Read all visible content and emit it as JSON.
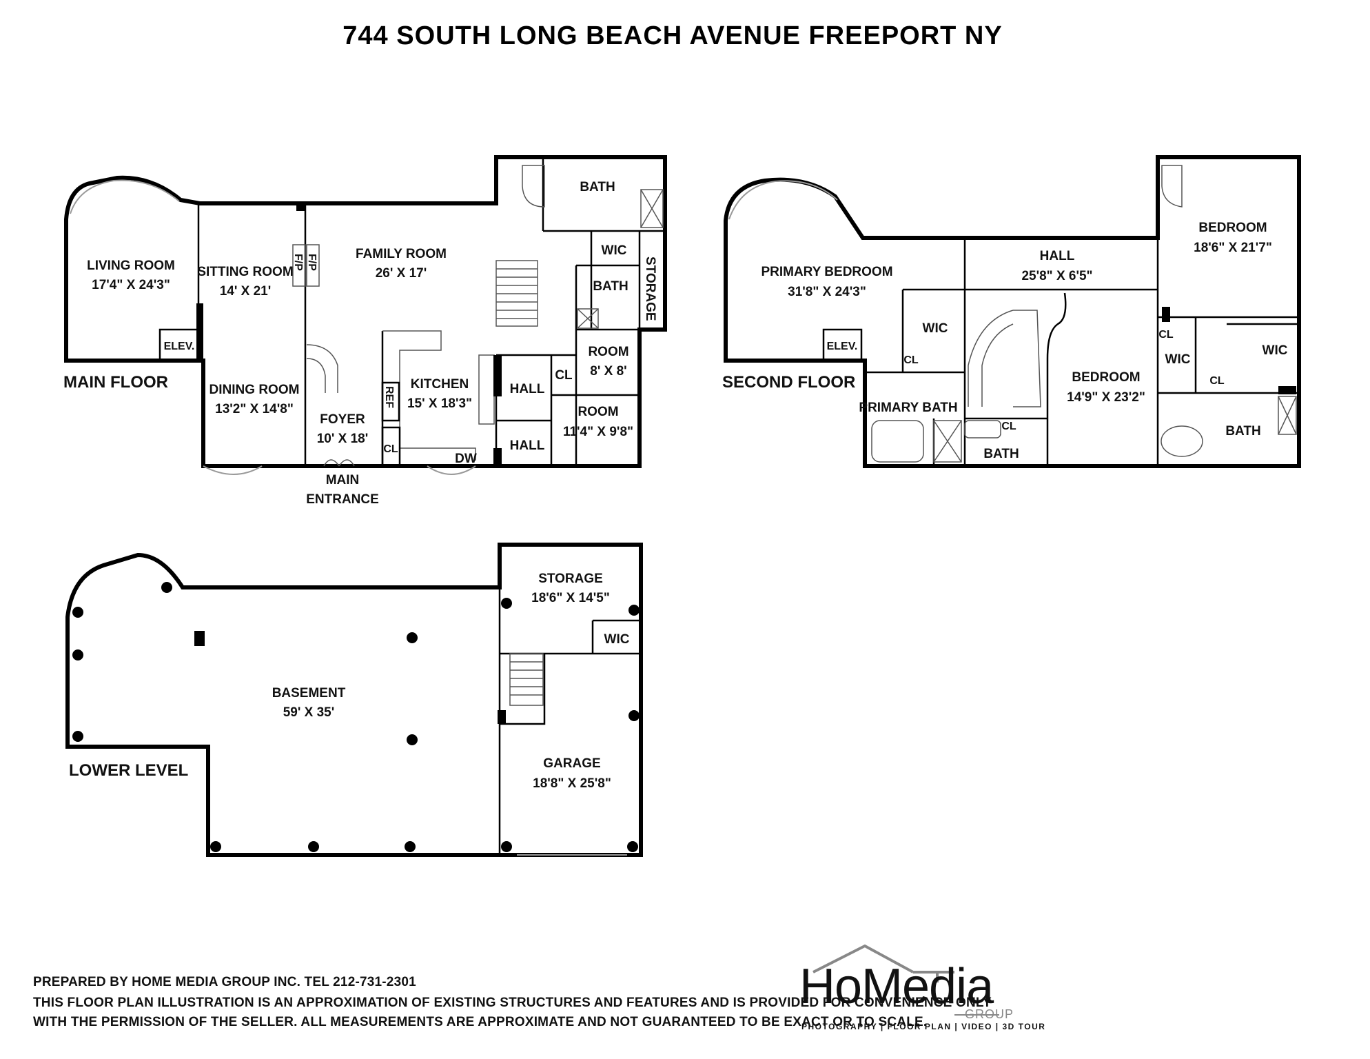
{
  "title": "744 SOUTH LONG BEACH AVENUE FREEPORT NY",
  "floors": {
    "main": {
      "label": "MAIN FLOOR",
      "rooms": {
        "living_room": {
          "name": "LIVING ROOM",
          "size": "17'4\" X 24'3\""
        },
        "sitting_room": {
          "name": "SITTING ROOM",
          "size": "14' X 21'"
        },
        "family_room": {
          "name": "FAMILY ROOM",
          "size": "26' X 17'"
        },
        "dining_room": {
          "name": "DINING ROOM",
          "size": "13'2\" X 14'8\""
        },
        "foyer": {
          "name": "FOYER",
          "size": "10' X 18'"
        },
        "kitchen": {
          "name": "KITCHEN",
          "size": "15' X 18'3\""
        },
        "room_a": {
          "name": "ROOM",
          "size": "8' X 8'"
        },
        "room_b": {
          "name": "ROOM",
          "size": "11'4\" X 9'8\""
        }
      },
      "labels": {
        "bath_top": "BATH",
        "bath_mid": "BATH",
        "wic": "WIC",
        "storage": "STORAGE",
        "elev": "ELEV.",
        "fp1": "F/P",
        "fp2": "F/P",
        "ref": "REF",
        "hall1": "HALL",
        "hall2": "HALL",
        "cl1": "CL",
        "cl2": "CL",
        "dw": "DW",
        "main_entrance_1": "MAIN",
        "main_entrance_2": "ENTRANCE"
      }
    },
    "second": {
      "label": "SECOND FLOOR",
      "rooms": {
        "primary_bedroom": {
          "name": "PRIMARY BEDROOM",
          "size": "31'8\" X 24'3\""
        },
        "hall": {
          "name": "HALL",
          "size": "25'8\" X 6'5\""
        },
        "bedroom_a": {
          "name": "BEDROOM",
          "size": "18'6\" X 21'7\""
        },
        "bedroom_b": {
          "name": "BEDROOM",
          "size": "14'9\" X 23'2\""
        }
      },
      "labels": {
        "elev": "ELEV.",
        "wic1": "WIC",
        "wic2": "WIC",
        "wic3": "WIC",
        "cl1": "CL",
        "cl2": "CL",
        "cl3": "CL",
        "cl4": "CL",
        "primary_bath": "PRIMARY BATH",
        "bath1": "BATH",
        "bath2": "BATH"
      }
    },
    "lower": {
      "label": "LOWER LEVEL",
      "rooms": {
        "basement": {
          "name": "BASEMENT",
          "size": "59' X 35'"
        },
        "storage": {
          "name": "STORAGE",
          "size": "18'6\" X 14'5\""
        },
        "garage": {
          "name": "GARAGE",
          "size": "18'8\" X 25'8\""
        }
      },
      "labels": {
        "wic": "WIC"
      }
    }
  },
  "footer": {
    "line1": "PREPARED BY  HOME MEDIA GROUP INC.  TEL 212-731-2301",
    "line2": "THIS FLOOR PLAN ILLUSTRATION IS AN APPROXIMATION OF EXISTING STRUCTURES AND FEATURES AND IS PROVIDED FOR CONVENIENCE ONLY",
    "line3": "WITH THE PERMISSION OF THE SELLER. ALL MEASUREMENTS ARE APPROXIMATE AND NOT GUARANTEED TO BE EXACT OR TO SCALE."
  },
  "logo": {
    "wordmark": "HoMedia",
    "group": "GROUP",
    "tagline": "PHOTOGRAPHY | FLOOR PLAN | VIDEO | 3D TOUR"
  }
}
